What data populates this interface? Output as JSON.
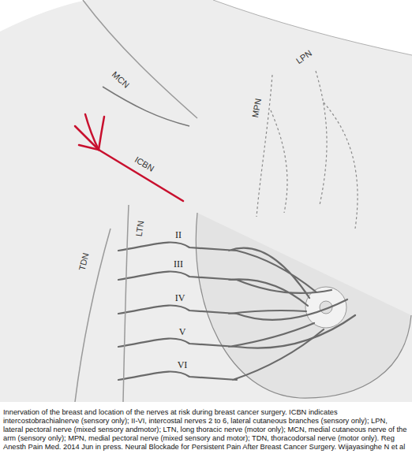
{
  "diagram": {
    "caption": "Innervation of the breast and location of the nerves at risk during breast cancer surgery. ICBN indicates intercostobrachialnerve (sensory only); II-VI, intercostal nerves 2 to 6, lateral cutaneous branches (sensory only); LPN, lateral pectoral nerve (mixed sensory andmotor); LTN, long thoracic nerve (motor only); MCN, medial cutaneous nerve of the arm (sensory only); MPN, medial pectoral nerve (mixed sensory and motor); TDN, thoracodorsal nerve (motor only). Reg Anesth Pain Med. 2014 Jun in press. Neural Blockade for Persistent Pain After Breast Cancer Surgery. Wijayasinghe N et al",
    "labels": [
      "MCN",
      "LPN",
      "MPN",
      "ICBN",
      "LTN",
      "II",
      "TDN",
      "III",
      "IV",
      "V",
      "VI"
    ]
  }
}
